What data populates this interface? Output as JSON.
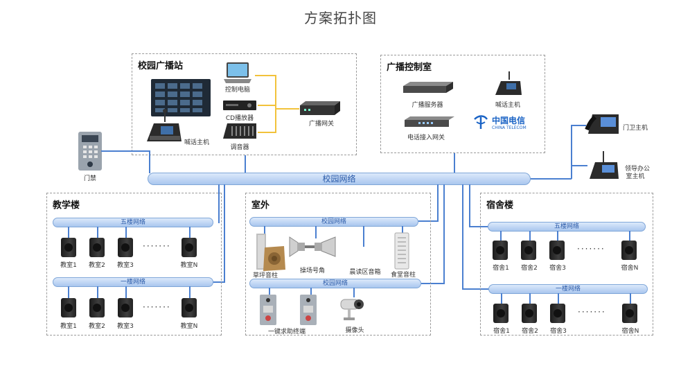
{
  "title": "方案拓扑图",
  "campus_network": "校园网络",
  "door_access": "门禁",
  "broadcast_station": {
    "title": "校园广播站",
    "control_pc": "控制电脑",
    "cd_player": "CD播放器",
    "mixer": "调音器",
    "gateway": "广播网关",
    "paging_host": "喊话主机"
  },
  "control_room": {
    "title": "广播控制室",
    "server": "广播服务器",
    "paging_host": "喊话主机",
    "phone_gateway": "电话接入网关",
    "telecom_cn": "中国电信",
    "telecom_en": "CHINA TELECOM"
  },
  "right_devices": {
    "guard_host": "门卫主机",
    "leader_host_line1": "领导办公",
    "leader_host_line2": "室主机"
  },
  "teaching": {
    "title": "教学楼",
    "net5": "五楼网络",
    "net1": "一楼网络",
    "floor5": [
      "教室1",
      "教室2",
      "教室3",
      "教室N"
    ],
    "floor1": [
      "教室1",
      "教室2",
      "教室3",
      "教室N"
    ],
    "dots": "·······"
  },
  "outdoor": {
    "title": "室外",
    "net_top": "校园网络",
    "net_bottom": "校园网络",
    "lawn": "草坪音柱",
    "horn": "操场号角",
    "reading": "晨读区音箱",
    "canteen": "食堂音柱",
    "sos": "一键求助终端",
    "camera": "摄像头"
  },
  "dorm": {
    "title": "宿舍楼",
    "net5": "五楼网络",
    "net1": "一楼网络",
    "floor5": [
      "宿舍1",
      "宿舍2",
      "宿舍3",
      "宿舍N"
    ],
    "floor1": [
      "宿舍1",
      "宿舍2",
      "宿舍3",
      "宿舍N"
    ],
    "dots": "·······"
  },
  "colors": {
    "network": "#4a7fd0",
    "audio_link": "#f2c23a"
  }
}
